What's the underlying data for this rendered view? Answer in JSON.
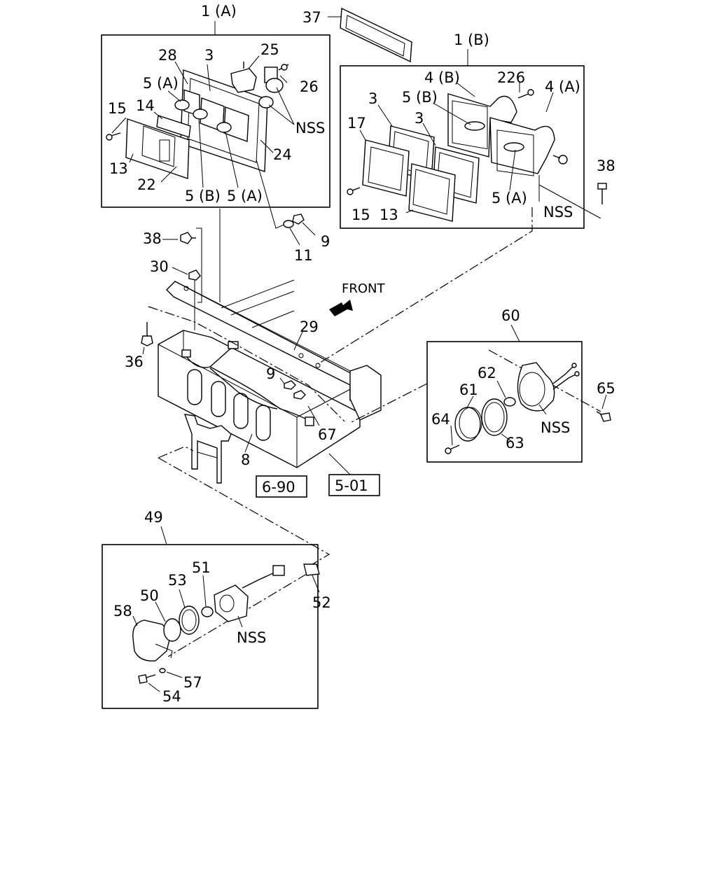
{
  "groups": {
    "g1a": "1 (A)",
    "g1b": "1 (B)",
    "g49": "49",
    "g60": "60"
  },
  "front_label": "FRONT",
  "refs": {
    "r690": "6-90",
    "r501": "5-01"
  },
  "callouts": {
    "c37": "37",
    "c28": "28",
    "c3a": "3",
    "c25": "25",
    "c26": "26",
    "c5a_1": "5 (A)",
    "c15_1": "15",
    "c14": "14",
    "c13_1": "13",
    "c22": "22",
    "c5b_1": "5 (B)",
    "c5a_2": "5 (A)",
    "c24": "24",
    "c9_1": "9",
    "c11": "11",
    "nss_1": "NSS",
    "c4b": "4 (B)",
    "c226": "226",
    "c4a": "4 (A)",
    "c3b": "3",
    "c5b_2": "5 (B)",
    "c17": "17",
    "c3c": "3",
    "c38_1": "38",
    "c15_2": "15",
    "c13_2": "13",
    "c5a_3": "5 (A)",
    "nss_2": "NSS",
    "c38_2": "38",
    "c30": "30",
    "c29": "29",
    "c36": "36",
    "c9_2": "9",
    "c67": "67",
    "c8": "8",
    "c62": "62",
    "c61": "61",
    "c65": "65",
    "c64": "64",
    "c63": "63",
    "nss_3": "NSS",
    "c51": "51",
    "c53": "53",
    "c50": "50",
    "c58": "58",
    "c52": "52",
    "nss_4": "NSS",
    "c57": "57",
    "c54": "54"
  }
}
